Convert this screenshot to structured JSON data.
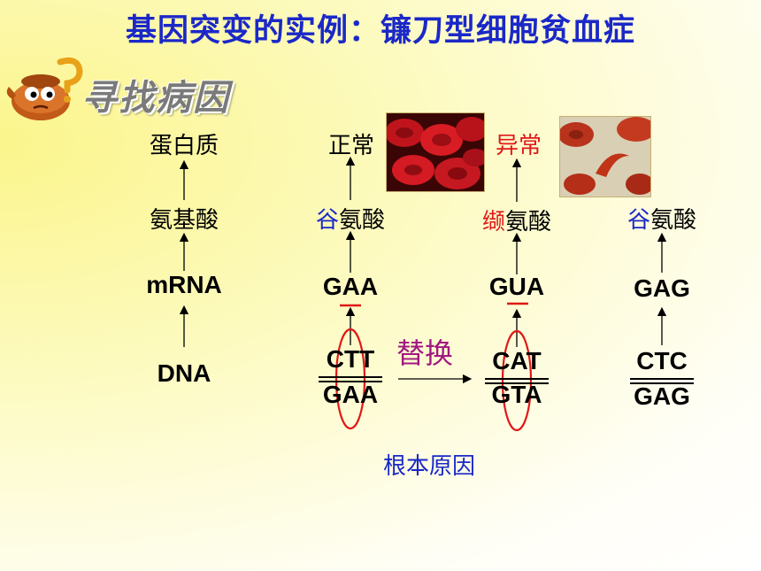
{
  "title": "基因突变的实例：镰刀型细胞贫血症",
  "subtitle": "寻找病因",
  "col_left": {
    "protein": "蛋白质",
    "amino": "氨基酸",
    "mrna": "mRNA",
    "dna": "DNA"
  },
  "col_normal": {
    "status": "正常",
    "amino_prefix": "谷",
    "amino_suffix": "氨酸",
    "codon": "GAA",
    "dna_top": "CTT",
    "dna_bottom": "GAA"
  },
  "col_abnormal": {
    "status": "异常",
    "amino_prefix": "缬",
    "amino_suffix": "氨酸",
    "codon": "GUA",
    "dna_top": "CAT",
    "dna_bottom": "GTA"
  },
  "col_third": {
    "amino_prefix": "谷",
    "amino_suffix": "氨酸",
    "codon": "GAG",
    "dna_top": "CTC",
    "dna_bottom": "GAG"
  },
  "replace_label": "替换",
  "root_cause": "根本原因",
  "colors": {
    "title": "#1a28c8",
    "highlight_blue": "#1a28c8",
    "highlight_red": "#e01818",
    "replace": "#a01880"
  }
}
